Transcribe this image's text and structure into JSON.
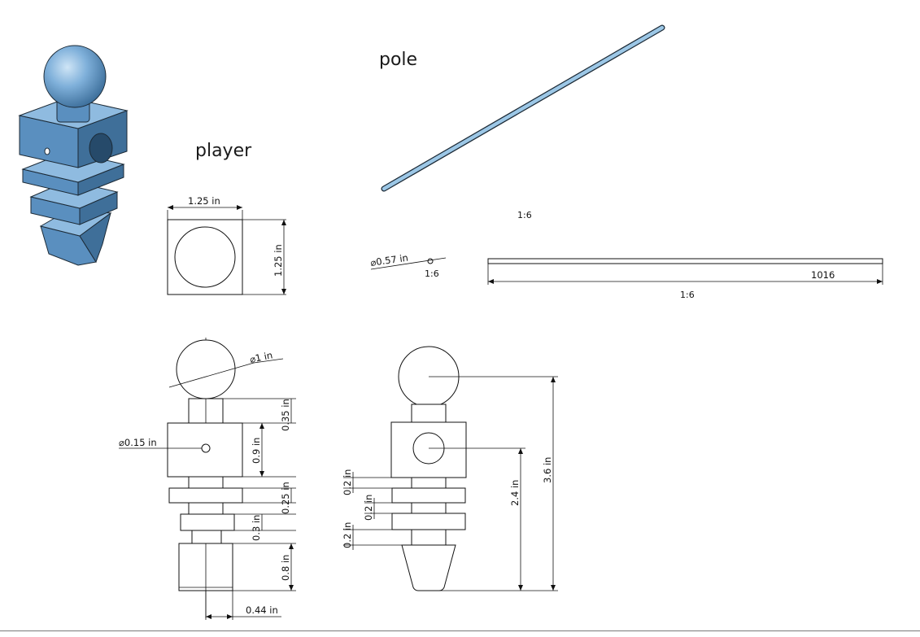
{
  "drawing": {
    "titles": {
      "player": "player",
      "pole": "pole"
    },
    "scales": {
      "pole_iso": "1:6",
      "pole_end": "1:6",
      "pole_side": "1:6"
    },
    "dimensions": {
      "top_width": "1.25 in",
      "top_height": "1.25 in",
      "pole_diameter": "⌀0.57 in",
      "pole_length": "1016",
      "ball_diameter": "⌀1 in",
      "hole_diameter": "⌀0.15 in",
      "neck_height": "0.35 in",
      "block_height": "0.9 in",
      "disc1_height": "0.25 in",
      "disc2_height": "0.3 in",
      "foot_height": "0.8 in",
      "foot_width": "0.44 in",
      "gap_a": "0.2 in",
      "gap_b": "0.2 in",
      "gap_c": "0.2 in",
      "hole_center_height": "2.4 in",
      "total_height": "3.6 in"
    },
    "colors": {
      "model_front": "#5a8fbf",
      "model_top": "#8fbbe0",
      "model_side": "#3f6f99",
      "pole": "#9cc7e6"
    }
  }
}
